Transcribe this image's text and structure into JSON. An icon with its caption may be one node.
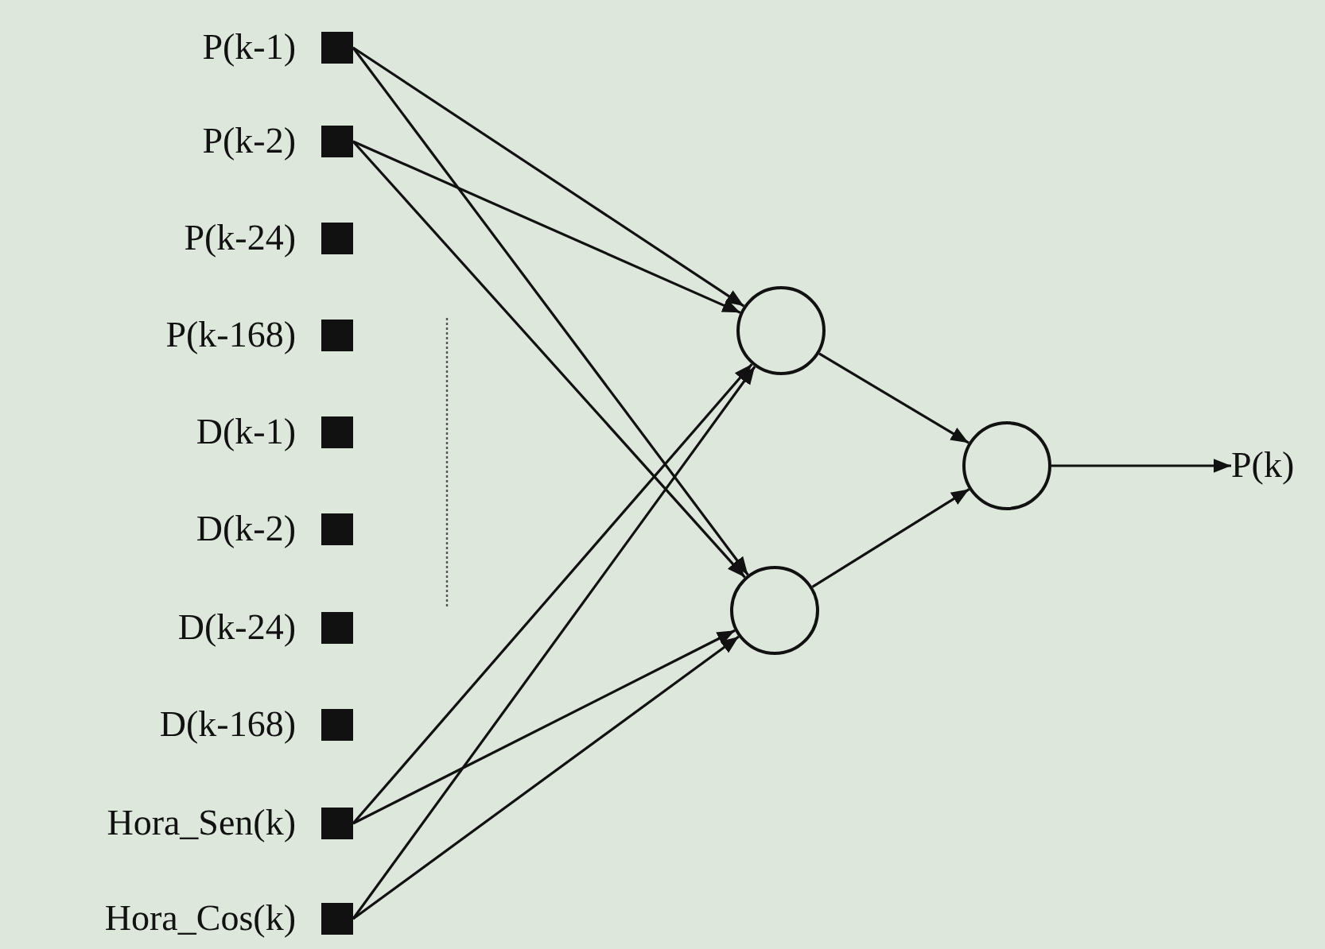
{
  "diagram": {
    "nodes": [
      {
        "text": [],
        "shape": "box",
        "beside": [
          "P(k-1)"
        ]
      },
      {
        "text": [],
        "shape": "box",
        "beside": [
          "P(k-2)"
        ]
      },
      {
        "text": [],
        "shape": "box",
        "beside": [
          "P(k-24)"
        ]
      },
      {
        "text": [],
        "shape": "box",
        "beside": [
          "P(k-168)"
        ]
      },
      {
        "text": [],
        "shape": "box",
        "beside": [
          "D(k-1)"
        ]
      },
      {
        "text": [],
        "shape": "box",
        "beside": [
          "D(k-2)"
        ]
      },
      {
        "text": [],
        "shape": "box",
        "beside": [
          "D(k-24)"
        ]
      },
      {
        "text": [],
        "shape": "box",
        "beside": [
          "D(k-168)"
        ]
      },
      {
        "text": [],
        "shape": "box",
        "beside": [
          "Hora_Sen(k)"
        ]
      },
      {
        "text": [],
        "shape": "box",
        "beside": [
          "Hora_Cos(k)"
        ]
      },
      {
        "text": [],
        "shape": "circle"
      },
      {
        "text": [],
        "shape": "circle"
      },
      {
        "text": [],
        "shape": "circle"
      },
      {
        "text": [
          "P(k)"
        ]
      }
    ],
    "edges": [
      {
        "from": 0,
        "to": 10,
        "arrow": "to"
      },
      {
        "from": 0,
        "to": 11,
        "arrow": "to"
      },
      {
        "from": 1,
        "to": 10,
        "arrow": "to"
      },
      {
        "from": 1,
        "to": 11,
        "arrow": "to"
      },
      {
        "from": 8,
        "to": 10,
        "arrow": "to"
      },
      {
        "from": 8,
        "to": 11,
        "arrow": "to"
      },
      {
        "from": 9,
        "to": 10,
        "arrow": "to"
      },
      {
        "from": 9,
        "to": 11,
        "arrow": "to"
      },
      {
        "from": 10,
        "to": 12,
        "arrow": "to"
      },
      {
        "from": 11,
        "to": 12,
        "arrow": "to"
      },
      {
        "from": 12,
        "to": 13,
        "arrow": "to"
      }
    ]
  }
}
